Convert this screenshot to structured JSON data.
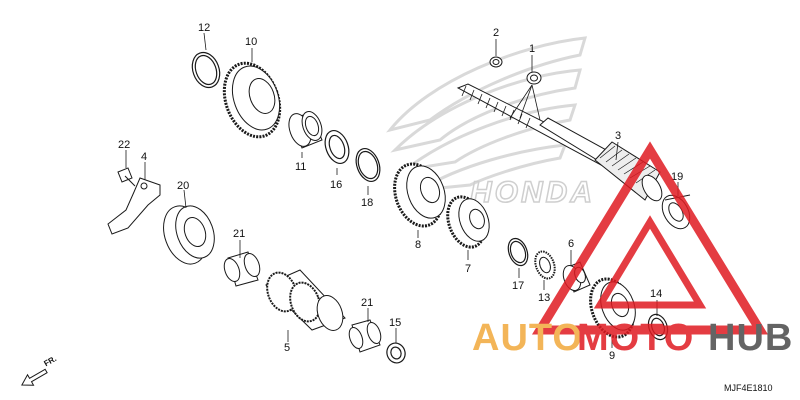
{
  "callouts": {
    "p1": "1",
    "p2": "2",
    "p3": "3",
    "p4": "4",
    "p5": "5",
    "p6": "6",
    "p7": "7",
    "p8": "8",
    "p9": "9",
    "p10": "10",
    "p11": "11",
    "p12": "12",
    "p13": "13",
    "p14": "14",
    "p15": "15",
    "p16": "16",
    "p17": "17",
    "p18": "18",
    "p19": "19",
    "p20": "20",
    "p21a": "21",
    "p21b": "21",
    "p22": "22"
  },
  "brand_watermark": {
    "text": "HONDA"
  },
  "watermark": {
    "word_a": "AUTO",
    "word_b": "MOTO",
    "word_c": "HUB"
  },
  "direction_label": "FR.",
  "diagram_code": "MJF4E1810",
  "colors": {
    "line": "#1a1a1a",
    "watermark_red": "#e01b22",
    "watermark_orange": "#f2a93b",
    "watermark_gray": "#4a4a4a",
    "honda_gray": "#d8d8d8"
  }
}
